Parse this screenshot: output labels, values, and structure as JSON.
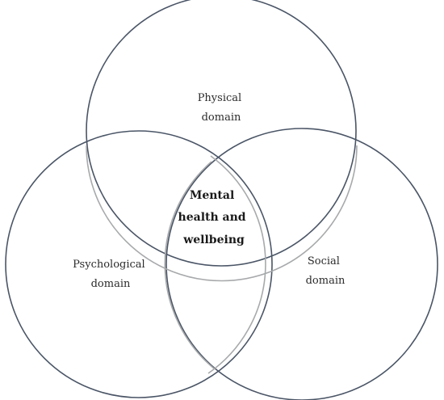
{
  "diagram": {
    "sets": [
      {
        "id": "physical",
        "lines": [
          "Physical",
          "domain"
        ]
      },
      {
        "id": "psychological",
        "lines": [
          "Psychological",
          "domain"
        ]
      },
      {
        "id": "social",
        "lines": [
          "Social",
          "domain"
        ]
      }
    ],
    "intersection": {
      "lines": [
        "Mental",
        "health and",
        "wellbeing"
      ]
    }
  }
}
